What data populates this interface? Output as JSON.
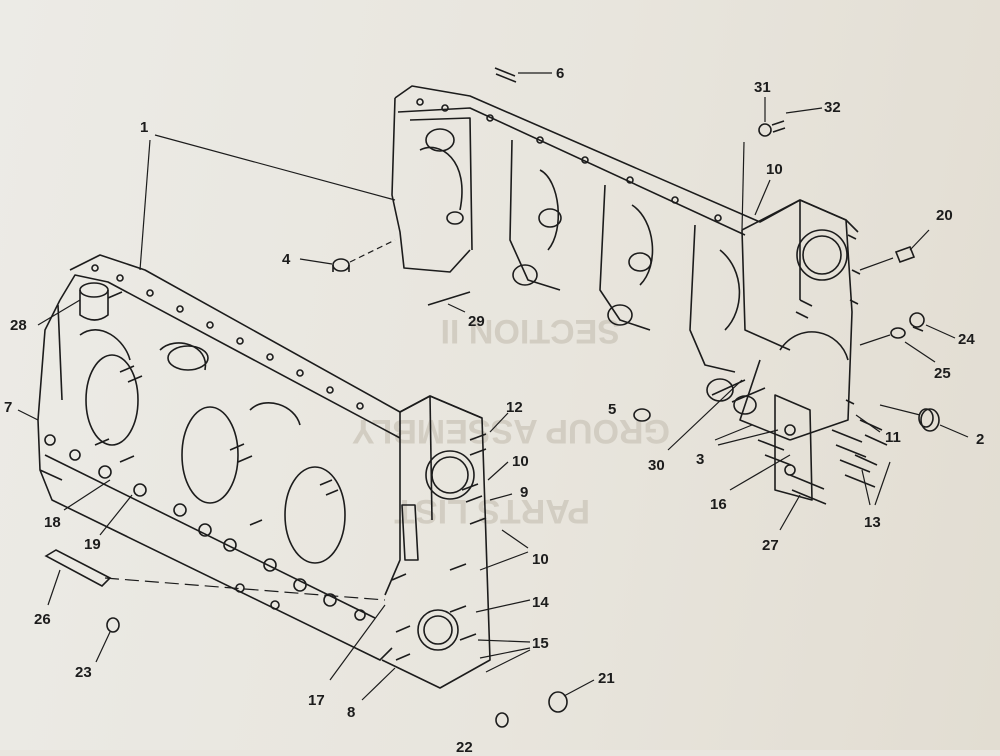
{
  "figure": {
    "callouts": [
      {
        "id": "c1",
        "text": "1"
      },
      {
        "id": "c2",
        "text": "2"
      },
      {
        "id": "c3",
        "text": "3"
      },
      {
        "id": "c4",
        "text": "4"
      },
      {
        "id": "c5",
        "text": "5"
      },
      {
        "id": "c6",
        "text": "6"
      },
      {
        "id": "c7",
        "text": "7"
      },
      {
        "id": "c8",
        "text": "8"
      },
      {
        "id": "c9",
        "text": "9"
      },
      {
        "id": "c10a",
        "text": "10"
      },
      {
        "id": "c10b",
        "text": "10"
      },
      {
        "id": "c10c",
        "text": "10"
      },
      {
        "id": "c11",
        "text": "11"
      },
      {
        "id": "c12",
        "text": "12"
      },
      {
        "id": "c13",
        "text": "13"
      },
      {
        "id": "c14",
        "text": "14"
      },
      {
        "id": "c15",
        "text": "15"
      },
      {
        "id": "c16",
        "text": "16"
      },
      {
        "id": "c17",
        "text": "17"
      },
      {
        "id": "c18",
        "text": "18"
      },
      {
        "id": "c19",
        "text": "19"
      },
      {
        "id": "c20",
        "text": "20"
      },
      {
        "id": "c21",
        "text": "21"
      },
      {
        "id": "c22",
        "text": "22"
      },
      {
        "id": "c23",
        "text": "23"
      },
      {
        "id": "c24",
        "text": "24"
      },
      {
        "id": "c25",
        "text": "25"
      },
      {
        "id": "c26",
        "text": "26"
      },
      {
        "id": "c27",
        "text": "27"
      },
      {
        "id": "c28",
        "text": "28"
      },
      {
        "id": "c29",
        "text": "29"
      },
      {
        "id": "c30",
        "text": "30"
      },
      {
        "id": "c31",
        "text": "31"
      },
      {
        "id": "c32",
        "text": "32"
      }
    ],
    "colors": {
      "ink": "#1c1c1c",
      "paper": "#e9e6df",
      "bleed": "#d4cfc5"
    }
  }
}
